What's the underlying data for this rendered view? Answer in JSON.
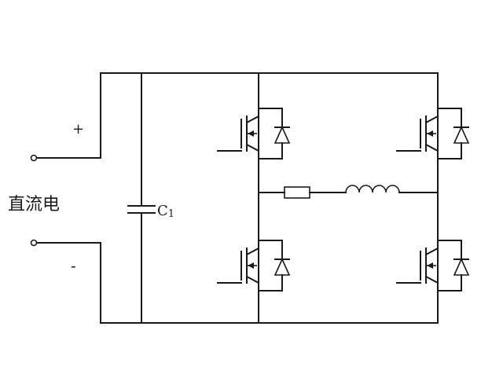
{
  "labels": {
    "plus": "+",
    "minus": "-",
    "source": "直流电",
    "capacitor_main": "C",
    "capacitor_sub": "1"
  },
  "colors": {
    "line": "#1a1a1a",
    "background": "#ffffff"
  }
}
